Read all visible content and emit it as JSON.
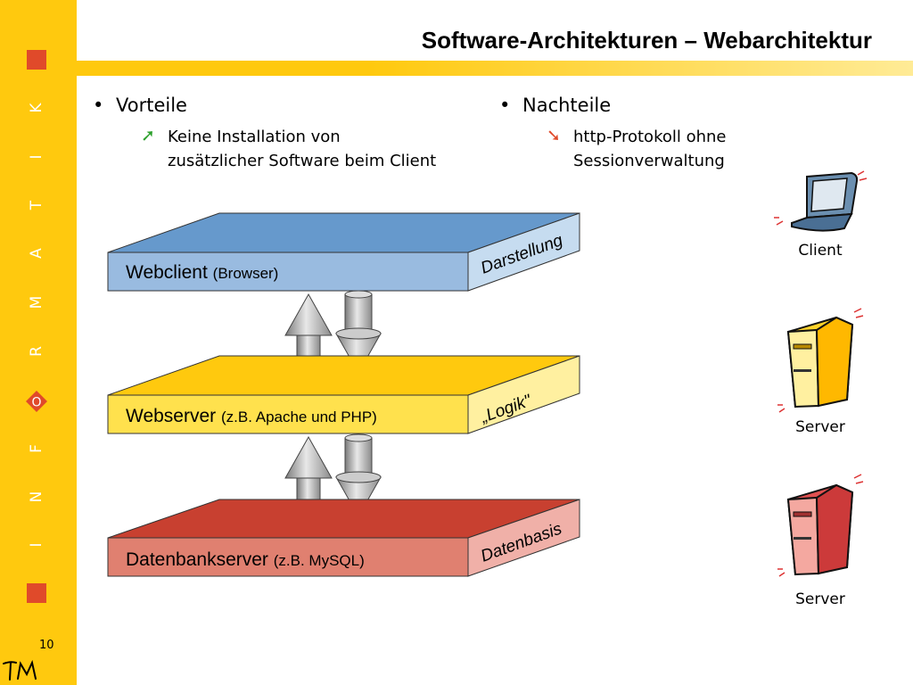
{
  "title": "Software-Architekturen – Webarchitektur",
  "sidebar": {
    "letters": [
      "K",
      "I",
      "T",
      "A",
      "M",
      "R",
      "O",
      "F",
      "N",
      "I"
    ],
    "page_number": "10",
    "logo": "TM"
  },
  "left_column": {
    "bullet": "Vorteile",
    "sub_items": [
      {
        "icon": "arrow-up-right-icon",
        "color": "#2ca02c",
        "lines": [
          "Keine Installation von",
          "zusätzlicher Software beim Client"
        ]
      }
    ]
  },
  "right_column": {
    "bullet": "Nachteile",
    "sub_items": [
      {
        "icon": "arrow-down-right-icon",
        "color": "#e04a2a",
        "lines": [
          "http-Protokoll ohne",
          "Sessionverwaltung"
        ]
      }
    ]
  },
  "layers": [
    {
      "name": "Webclient",
      "detail": "(Browser)",
      "side_label": "Darstellung",
      "top_color": "#6699cc",
      "front_color": "#99bbe0",
      "side_color": "#c6dcf0"
    },
    {
      "name": "Webserver",
      "detail": "(z.B. Apache und PHP)",
      "side_label": "„Logik\"",
      "top_color": "#ffc90e",
      "front_color": "#ffe14d",
      "side_color": "#fff0a0"
    },
    {
      "name": "Datenbankserver",
      "detail": "(z.B. MySQL)",
      "side_label": "Datenbasis",
      "top_color": "#c84030",
      "front_color": "#e08070",
      "side_color": "#f0b0a8"
    }
  ],
  "icons": [
    {
      "label": "Client",
      "kind": "laptop-icon"
    },
    {
      "label": "Server",
      "kind": "server-yellow-icon",
      "color": "#ffd32a"
    },
    {
      "label": "Server",
      "kind": "server-red-icon",
      "color": "#e05050"
    }
  ]
}
